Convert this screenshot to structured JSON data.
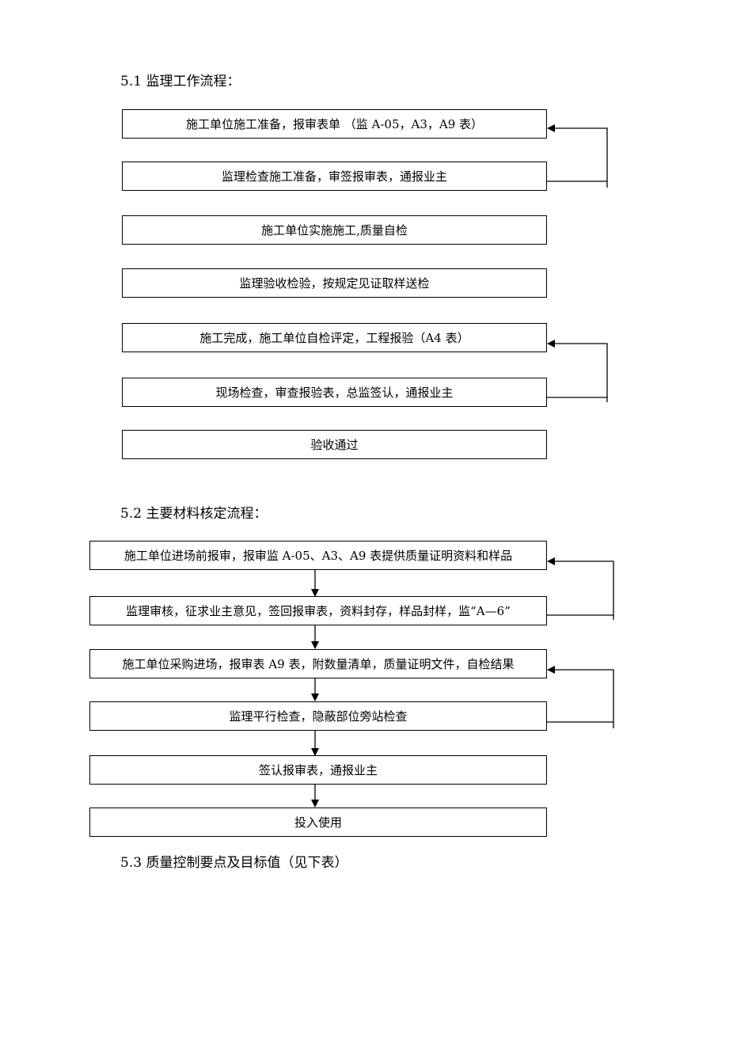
{
  "section1": {
    "heading": "5.1 监理工作流程：",
    "steps": [
      "施工单位施工准备，报审表单 （监 A-05，A3，A9 表）",
      "监理检查施工准备，审签报审表，通报业主",
      "施工单位实施施工,质量自检",
      "监理验收检验，按规定见证取样送检",
      "施工完成，施工单位自检评定，工程报验（A4 表）",
      "现场检查，审查报验表，总监签认，通报业主",
      "验收通过"
    ]
  },
  "section2": {
    "heading": "5.2 主要材料核定流程：",
    "steps": [
      "施工单位进场前报审，报审监 A-05、A3、A9 表提供质量证明资料和样品",
      "监理审核，征求业主意见，签回报审表，资料封存，样品封样，监“A—6”",
      "施工单位采购进场，报审表 A9 表，附数量清单，质量证明文件，自检结果",
      "监理平行检查，隐蔽部位旁站检查",
      "签认报审表，通报业主",
      "投入使用"
    ]
  },
  "section3": {
    "heading": "5.3 质量控制要点及目标值（见下表）"
  }
}
